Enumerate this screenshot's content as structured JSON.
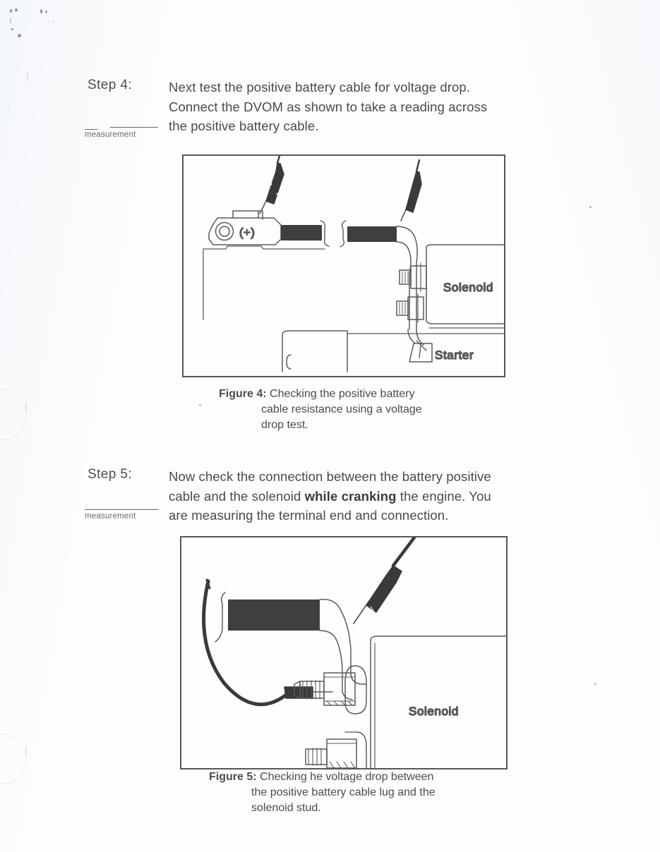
{
  "document": {
    "type": "scanned-worksheet-page",
    "ink_color": "#4a4a4a",
    "paper_color": "#fdfdfe"
  },
  "steps": [
    {
      "label": "Step 4:",
      "body_lines": [
        "Next test the positive battery cable for voltage drop.",
        "Connect the DVOM as shown to take a reading across",
        "the positive battery cable."
      ],
      "bold_phrase": "",
      "measurement_caption": "measurement",
      "rule_style": "broken"
    },
    {
      "label": "Step 5:",
      "body_lines": [
        "Now check the connection between the battery positive",
        "cable and the solenoid while cranking the engine. You",
        "are measuring the terminal end and connection."
      ],
      "bold_phrase": "while cranking",
      "measurement_caption": "measurement",
      "rule_style": "solid"
    }
  ],
  "figures": [
    {
      "number": "Figure 4:",
      "caption_lines": [
        "Checking the positive battery",
        "cable resistance using a voltage",
        "drop test."
      ],
      "in_figure_labels": {
        "solenoid": "Solenoid",
        "starter": "Starter",
        "battery_terminal": "(+)"
      }
    },
    {
      "number": "Figure 5:",
      "caption_lines": [
        "Checking he voltage drop between",
        "the positive battery cable lug and the",
        "solenoid stud."
      ],
      "in_figure_labels": {
        "solenoid": "Solenoid"
      }
    }
  ]
}
